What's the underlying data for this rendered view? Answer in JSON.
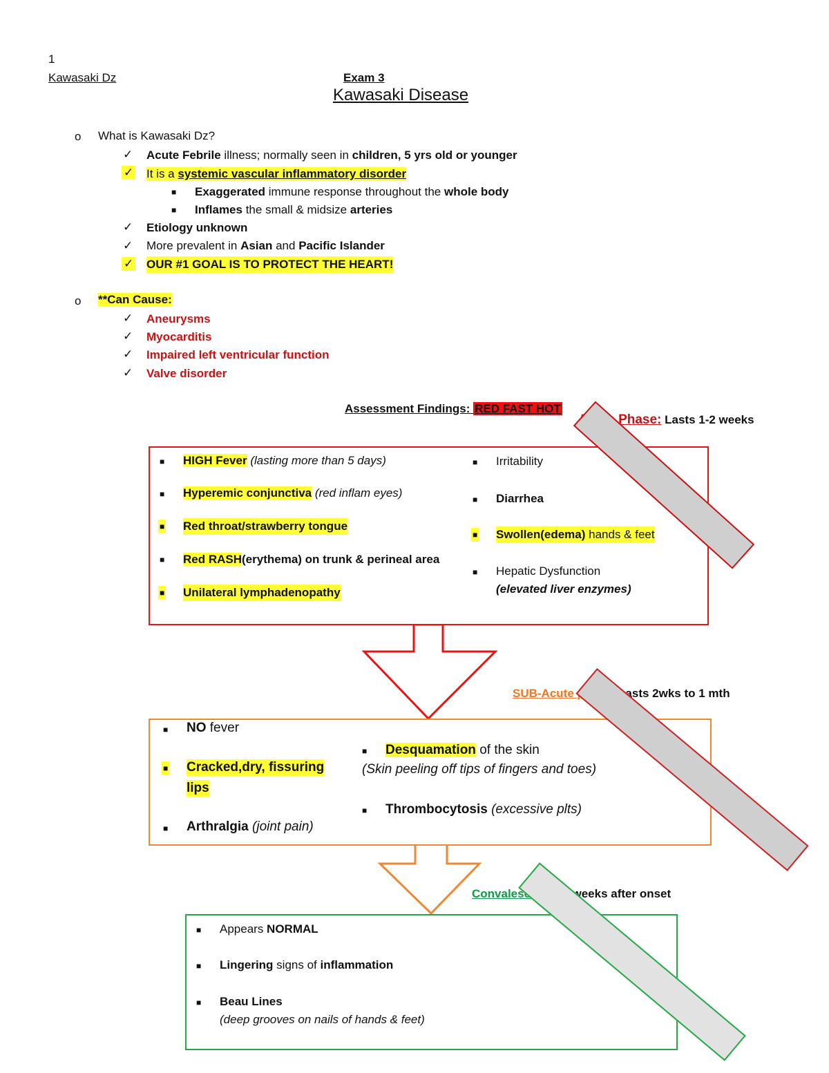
{
  "header": {
    "page_number": "1",
    "left_label": "Kawasaki Dz",
    "center_label": "Exam 3",
    "title": "Kawasaki Disease"
  },
  "section1": {
    "bullet": "o",
    "question": "What is Kawasaki Dz?",
    "items": {
      "i1": {
        "b1": "Acute Febrile",
        "t1": " illness; normally seen in ",
        "b2": "children, 5 yrs old or younger"
      },
      "i2": {
        "t1": "It is a ",
        "u1": "systemic vascular inflammatory disorder"
      },
      "i2_sub1": {
        "b1": "Exaggerated",
        "t1": " immune response throughout the ",
        "b2": "whole body"
      },
      "i2_sub2": {
        "b1": "Inflames",
        "t1": " the small & midsize ",
        "b2": "arteries"
      },
      "i3": "Etiology unknown",
      "i4": {
        "t1": "More prevalent in ",
        "b1": "Asian",
        "t2": " and ",
        "b2": "Pacific Islander"
      },
      "i5": "OUR #1 GOAL IS TO PROTECT THE HEART!"
    }
  },
  "section2": {
    "bullet": "o",
    "label": "**Can Cause:",
    "items": [
      "Aneurysms",
      "Myocarditis",
      "Impaired left ventricular function",
      "Valve disorder"
    ]
  },
  "assessment": {
    "label": "Assessment Findings:",
    "tag": "RED FAST HOT"
  },
  "acute": {
    "phase_label": "Acute Phase:",
    "duration": "Lasts 1-2 weeks",
    "left": {
      "l1": {
        "b": "HIGH Fever",
        "it": " (lasting more than 5 days)"
      },
      "l2": {
        "b": "Hyperemic conjunctiva",
        "it": " (red inflam eyes)"
      },
      "l3": "Red throat/strawberry tongue",
      "l4": {
        "b": "Red RASH",
        "rest": "(erythema) on trunk & perineal area"
      },
      "l5": "Unilateral lymphadenopathy"
    },
    "right": {
      "r1": "Irritability",
      "r2": "Diarrhea",
      "r3": {
        "b": "Swollen(edema)",
        "t": " hands & feet"
      },
      "r4": {
        "t": "Hepatic Dysfunction",
        "it": "(elevated liver enzymes)"
      }
    }
  },
  "subacute": {
    "phase_label": "SUB-Acute phase:",
    "duration": "Lasts 2wks to 1 mth",
    "left": {
      "l1": {
        "b": "NO",
        "t": " fever"
      },
      "l2a": "Cracked,dry, fissuring",
      "l2b": "lips",
      "l3": {
        "b": "Arthralgia",
        "it": " (joint pain)"
      }
    },
    "right": {
      "r1": {
        "b": "Desquamation",
        "t": " of the skin"
      },
      "r1_note": "(Skin peeling off tips of fingers and toes)",
      "r2": {
        "b": "Thrombocytosis",
        "it": " (excessive plts)"
      }
    }
  },
  "convalescent": {
    "phase_label": "Convalescent:",
    "duration": "6-8 weeks after onset",
    "items": {
      "c1": {
        "t": "Appears ",
        "b": "NORMAL"
      },
      "c2": {
        "b1": "Lingering",
        "t": " signs of ",
        "b2": "inflammation"
      },
      "c3": "Beau Lines",
      "c3_note": "(deep grooves on nails of hands & feet)"
    }
  },
  "glyphs": {
    "check": "✓",
    "square": "■"
  },
  "colors": {
    "highlight": "#ffff33",
    "red": "#cc1111",
    "acute_border": "#ee1111",
    "subacute_border": "#ee8833",
    "convalescent_border": "#22aa44",
    "sub_label": "#ee7722",
    "conv_label": "#119944"
  }
}
